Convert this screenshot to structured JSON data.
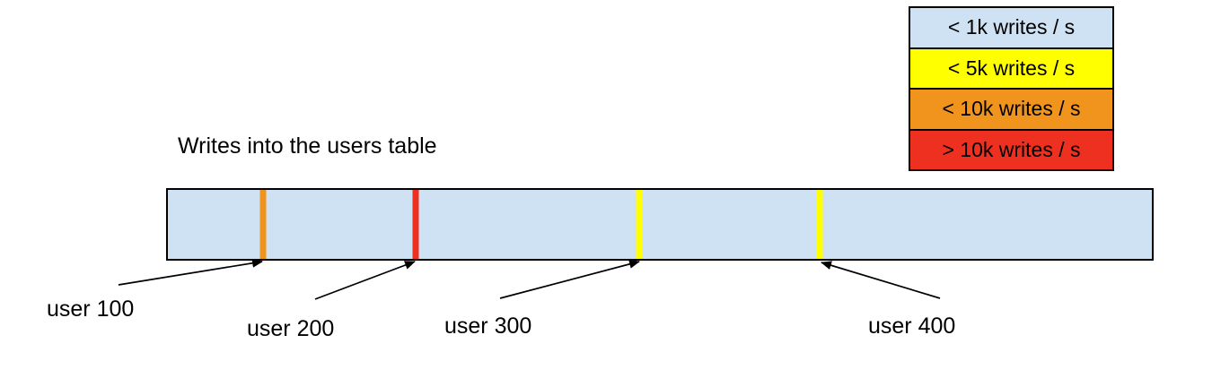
{
  "title": "Writes into the users table",
  "legend": {
    "items": [
      {
        "label": "< 1k writes / s",
        "color": "#cfe2f3"
      },
      {
        "label": "< 5k writes / s",
        "color": "#ffff00"
      },
      {
        "label": "< 10k writes / s",
        "color": "#f0941e"
      },
      {
        "label": "> 10k writes / s",
        "color": "#ee3021"
      }
    ]
  },
  "users_table_bar": {
    "fill": "#cfe2f3",
    "border_color": "#000000",
    "markers": [
      {
        "label": "user 100",
        "color": "#f0941e",
        "position_pct": "9.7%"
      },
      {
        "label": "user 200",
        "color": "#ee3021",
        "position_pct": "25.2%"
      },
      {
        "label": "user 300",
        "color": "#ffff00",
        "position_pct": "47.9%"
      },
      {
        "label": "user 400",
        "color": "#ffff00",
        "position_pct": "66.2%"
      }
    ]
  }
}
